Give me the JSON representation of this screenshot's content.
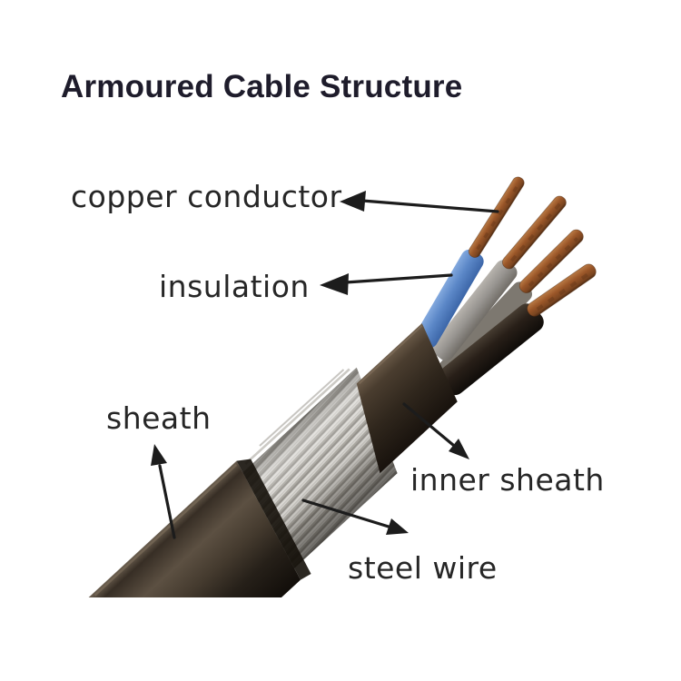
{
  "title": "Armoured Cable Structure",
  "labels": {
    "copper_conductor": "copper conductor",
    "insulation": "insulation",
    "sheath": "sheath",
    "inner_sheath": "inner sheath",
    "steel_wire": "steel wire"
  },
  "parts": [
    {
      "name": "copper conductor",
      "color": "#9a5628"
    },
    {
      "name": "insulation",
      "color": "#5b87c7"
    },
    {
      "name": "sheath",
      "color": "#332b22"
    },
    {
      "name": "inner sheath",
      "color": "#3d3226"
    },
    {
      "name": "steel wire",
      "color": "#d9d7d2"
    }
  ],
  "colors": {
    "background": "#ffffff",
    "title_text": "#1e1c2b",
    "label_text": "#262626",
    "arrow": "#1c1c1c"
  }
}
